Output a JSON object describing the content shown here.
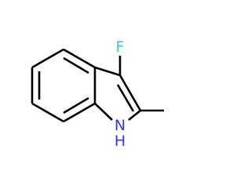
{
  "molecule": {
    "atoms": {
      "fluorine": {
        "label": "F",
        "color": "#33CCCC"
      },
      "nitrogen": {
        "label": "N",
        "color": "#3333FF"
      },
      "hydrogen": {
        "label": "H",
        "color": "#3333FF"
      }
    },
    "bond_color": "#000000"
  }
}
